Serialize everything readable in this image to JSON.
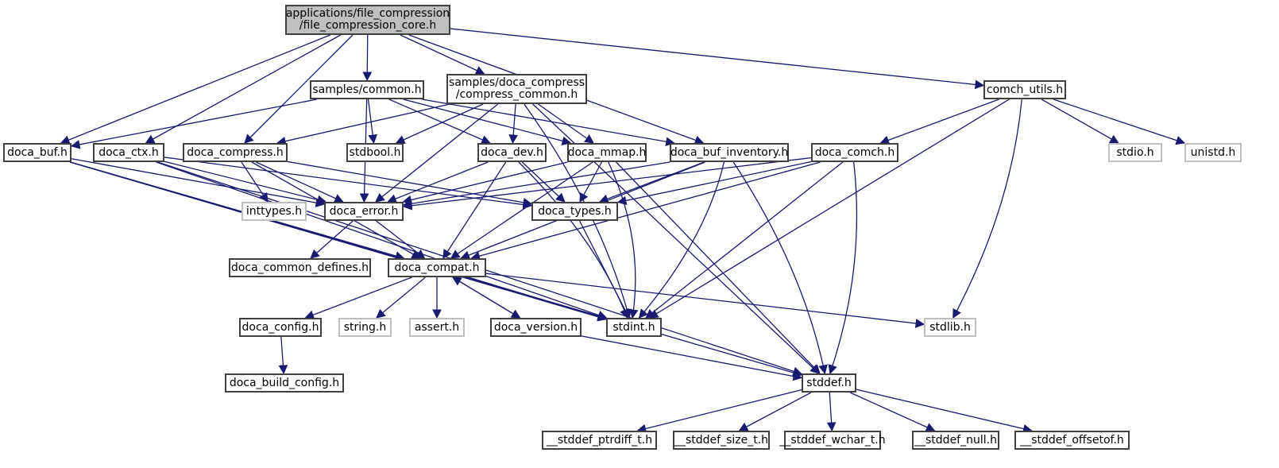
{
  "diagram": {
    "title": "Include dependency graph for file_compression_core.h",
    "edge_color": "#191970",
    "nodes": [
      {
        "id": "root",
        "label": "applications/file_compression\n/file_compression_core.h",
        "kind": "root"
      },
      {
        "id": "samples_common",
        "label": "samples/common.h",
        "kind": "doc"
      },
      {
        "id": "compress_common",
        "label": "samples/doca_compress\n/compress_common.h",
        "kind": "doc"
      },
      {
        "id": "comch_utils",
        "label": "comch_utils.h",
        "kind": "doc"
      },
      {
        "id": "doca_buf",
        "label": "doca_buf.h",
        "kind": "doc"
      },
      {
        "id": "doca_ctx",
        "label": "doca_ctx.h",
        "kind": "doc"
      },
      {
        "id": "doca_compress",
        "label": "doca_compress.h",
        "kind": "doc"
      },
      {
        "id": "stdbool",
        "label": "stdbool.h",
        "kind": "doc"
      },
      {
        "id": "doca_dev",
        "label": "doca_dev.h",
        "kind": "doc"
      },
      {
        "id": "doca_mmap",
        "label": "doca_mmap.h",
        "kind": "doc"
      },
      {
        "id": "doca_buf_inventory",
        "label": "doca_buf_inventory.h",
        "kind": "doc"
      },
      {
        "id": "doca_comch",
        "label": "doca_comch.h",
        "kind": "doc"
      },
      {
        "id": "stdio",
        "label": "stdio.h",
        "kind": "sys"
      },
      {
        "id": "unistd",
        "label": "unistd.h",
        "kind": "sys"
      },
      {
        "id": "inttypes",
        "label": "inttypes.h",
        "kind": "sys"
      },
      {
        "id": "doca_error",
        "label": "doca_error.h",
        "kind": "doc"
      },
      {
        "id": "doca_types",
        "label": "doca_types.h",
        "kind": "doc"
      },
      {
        "id": "doca_common_defines",
        "label": "doca_common_defines.h",
        "kind": "doc"
      },
      {
        "id": "doca_compat",
        "label": "doca_compat.h",
        "kind": "doc"
      },
      {
        "id": "doca_config",
        "label": "doca_config.h",
        "kind": "doc"
      },
      {
        "id": "string",
        "label": "string.h",
        "kind": "sys"
      },
      {
        "id": "assert",
        "label": "assert.h",
        "kind": "sys"
      },
      {
        "id": "doca_version",
        "label": "doca_version.h",
        "kind": "doc"
      },
      {
        "id": "stdint",
        "label": "stdint.h",
        "kind": "doc"
      },
      {
        "id": "stdlib",
        "label": "stdlib.h",
        "kind": "sys"
      },
      {
        "id": "doca_build_config",
        "label": "doca_build_config.h",
        "kind": "doc"
      },
      {
        "id": "stddef",
        "label": "stddef.h",
        "kind": "doc"
      },
      {
        "id": "stddef_ptrdiff",
        "label": "__stddef_ptrdiff_t.h",
        "kind": "doc"
      },
      {
        "id": "stddef_size",
        "label": "__stddef_size_t.h",
        "kind": "doc"
      },
      {
        "id": "stddef_wchar",
        "label": "__stddef_wchar_t.h",
        "kind": "doc"
      },
      {
        "id": "stddef_null",
        "label": "__stddef_null.h",
        "kind": "doc"
      },
      {
        "id": "stddef_offsetof",
        "label": "__stddef_offsetof.h",
        "kind": "doc"
      }
    ],
    "edges": [
      [
        "root",
        "samples_common"
      ],
      [
        "root",
        "compress_common"
      ],
      [
        "root",
        "comch_utils"
      ],
      [
        "root",
        "doca_buf"
      ],
      [
        "root",
        "doca_ctx"
      ],
      [
        "root",
        "doca_compress"
      ],
      [
        "root",
        "doca_buf_inventory"
      ],
      [
        "samples_common",
        "doca_buf"
      ],
      [
        "samples_common",
        "stdbool"
      ],
      [
        "samples_common",
        "doca_error"
      ],
      [
        "samples_common",
        "doca_dev"
      ],
      [
        "samples_common",
        "doca_mmap"
      ],
      [
        "samples_common",
        "doca_buf_inventory"
      ],
      [
        "compress_common",
        "doca_compress"
      ],
      [
        "compress_common",
        "stdbool"
      ],
      [
        "compress_common",
        "doca_dev"
      ],
      [
        "compress_common",
        "doca_mmap"
      ],
      [
        "compress_common",
        "doca_error"
      ],
      [
        "compress_common",
        "stdint"
      ],
      [
        "compress_common",
        "stddef"
      ],
      [
        "comch_utils",
        "doca_comch"
      ],
      [
        "comch_utils",
        "stdio"
      ],
      [
        "comch_utils",
        "unistd"
      ],
      [
        "comch_utils",
        "stdint"
      ],
      [
        "comch_utils",
        "stdlib"
      ],
      [
        "doca_buf",
        "doca_error"
      ],
      [
        "doca_buf",
        "doca_compat"
      ],
      [
        "doca_buf",
        "stdint"
      ],
      [
        "doca_buf",
        "stddef"
      ],
      [
        "doca_ctx",
        "doca_error"
      ],
      [
        "doca_ctx",
        "doca_types"
      ],
      [
        "doca_ctx",
        "stdint"
      ],
      [
        "doca_ctx",
        "stddef"
      ],
      [
        "doca_compress",
        "inttypes"
      ],
      [
        "doca_compress",
        "doca_error"
      ],
      [
        "doca_compress",
        "doca_compat"
      ],
      [
        "doca_compress",
        "doca_types"
      ],
      [
        "doca_dev",
        "doca_error"
      ],
      [
        "doca_dev",
        "doca_types"
      ],
      [
        "doca_dev",
        "doca_compat"
      ],
      [
        "doca_dev",
        "stdint"
      ],
      [
        "doca_mmap",
        "doca_error"
      ],
      [
        "doca_mmap",
        "doca_types"
      ],
      [
        "doca_mmap",
        "doca_compat"
      ],
      [
        "doca_mmap",
        "stdint"
      ],
      [
        "doca_mmap",
        "stddef"
      ],
      [
        "doca_buf_inventory",
        "doca_error"
      ],
      [
        "doca_buf_inventory",
        "doca_types"
      ],
      [
        "doca_buf_inventory",
        "doca_compat"
      ],
      [
        "doca_buf_inventory",
        "stdint"
      ],
      [
        "doca_buf_inventory",
        "stddef"
      ],
      [
        "doca_comch",
        "doca_error"
      ],
      [
        "doca_comch",
        "doca_types"
      ],
      [
        "doca_comch",
        "doca_compat"
      ],
      [
        "doca_comch",
        "stdint"
      ],
      [
        "doca_comch",
        "stddef"
      ],
      [
        "doca_error",
        "doca_common_defines"
      ],
      [
        "doca_error",
        "doca_compat"
      ],
      [
        "doca_types",
        "stdint"
      ],
      [
        "doca_compat",
        "doca_config"
      ],
      [
        "doca_compat",
        "string"
      ],
      [
        "doca_compat",
        "assert"
      ],
      [
        "doca_compat",
        "doca_version"
      ],
      [
        "doca_compat",
        "stdint"
      ],
      [
        "doca_compat",
        "stdlib"
      ],
      [
        "doca_version",
        "doca_compat"
      ],
      [
        "doca_version",
        "stddef"
      ],
      [
        "doca_config",
        "doca_build_config"
      ],
      [
        "stddef",
        "stddef_ptrdiff"
      ],
      [
        "stddef",
        "stddef_size"
      ],
      [
        "stddef",
        "stddef_wchar"
      ],
      [
        "stddef",
        "stddef_null"
      ],
      [
        "stddef",
        "stddef_offsetof"
      ]
    ]
  }
}
